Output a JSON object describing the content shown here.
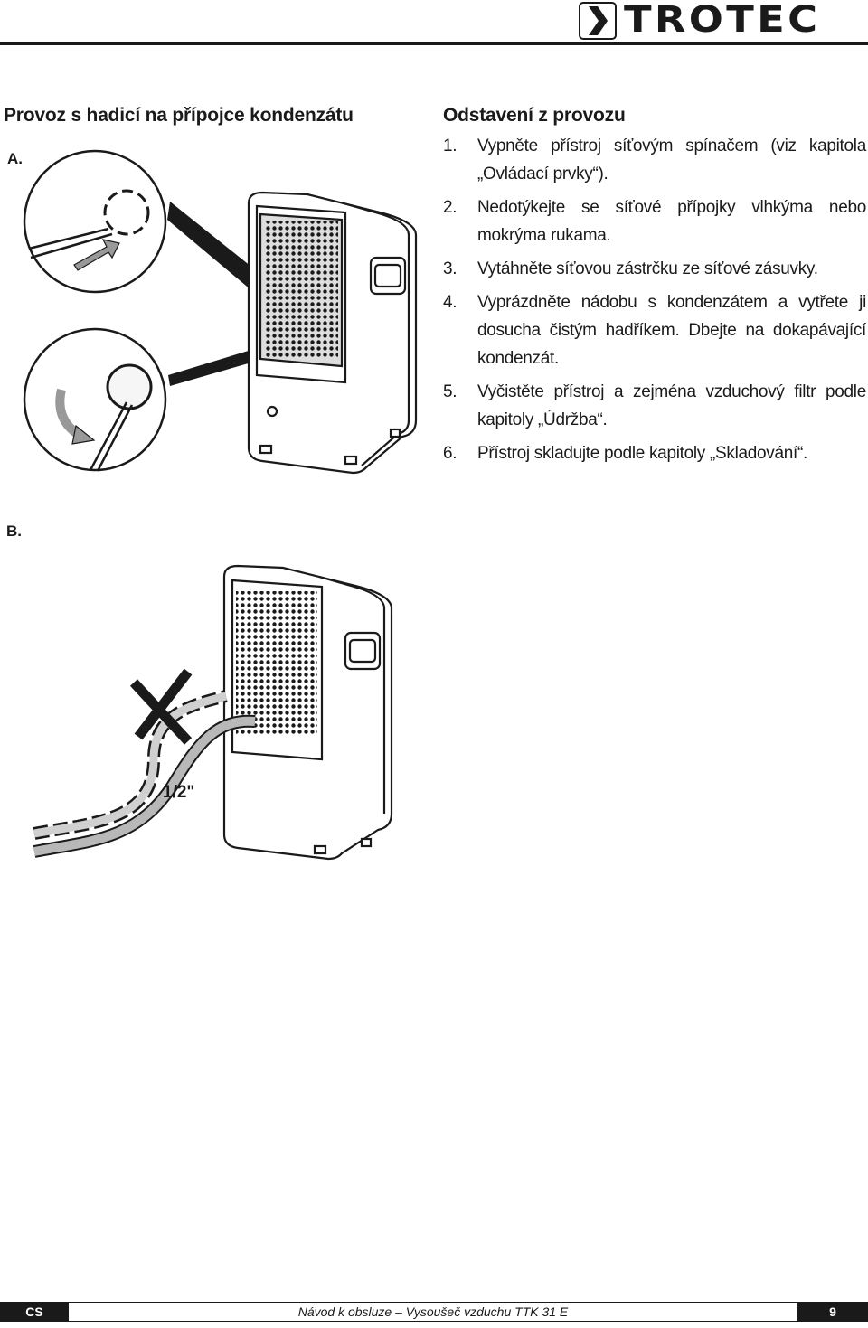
{
  "header": {
    "brand": "TROTEC"
  },
  "left": {
    "heading": "Provoz s hadicí na přípojce kondenzátu",
    "figure_a_label": "A.",
    "figure_b_label": "B.",
    "hose_size": "1/2\""
  },
  "right": {
    "heading": "Odstavení z provozu",
    "steps": [
      {
        "num": "1.",
        "text": "Vypněte přístroj síťovým spínačem (viz kapitola „Ovládací prvky“)."
      },
      {
        "num": "2.",
        "text": "Nedotýkejte se síťové přípojky vlhkýma nebo mokrýma rukama."
      },
      {
        "num": "3.",
        "text": "Vytáhněte síťovou zástrčku ze síťové zásuvky."
      },
      {
        "num": "4.",
        "text": "Vyprázdněte nádobu s kondenzátem a vytřete ji dosucha čistým hadříkem. Dbejte na dokapávající kondenzát."
      },
      {
        "num": "5.",
        "text": "Vyčistěte přístroj a zejména vzduchový filtr podle kapitoly „Údržba“."
      },
      {
        "num": "6.",
        "text": "Přístroj skladujte podle kapitoly „Skladování“."
      }
    ]
  },
  "footer": {
    "language": "CS",
    "title": "Návod k obsluze – Vysoušeč vzduchu TTK 31 E",
    "page": "9"
  },
  "colors": {
    "ink": "#1a1a1a",
    "hose": "#b8b8b8",
    "paper": "#ffffff"
  }
}
